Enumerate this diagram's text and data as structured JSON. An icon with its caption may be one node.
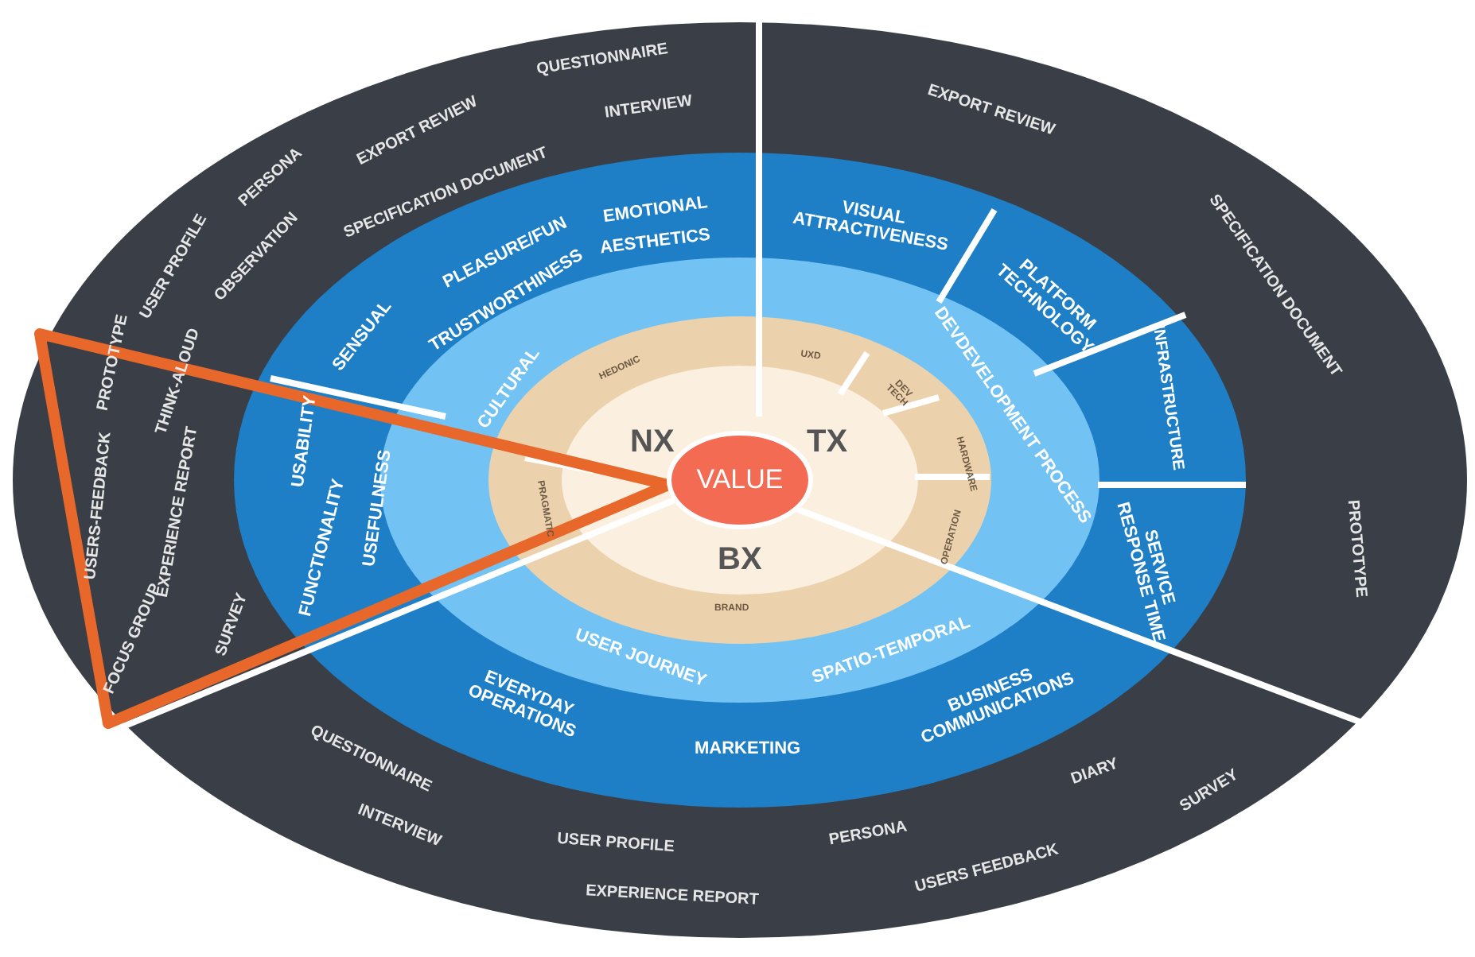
{
  "diagram": {
    "nodes": [
      {
        "text": [
          "VALUE"
        ]
      }
    ],
    "labels": [
      "QUESTIONNAIRE",
      "INTERVIEW",
      "EXPORT REVIEW",
      "EXPORT REVIEW",
      "SPECIFICATION DOCUMENT",
      "PERSONA",
      "USER PROFILE",
      "OBSERVATION",
      "PROTOTYPE",
      "THINK-ALOUD",
      "USERS-FEEDBACK",
      "EXPERIENCE REPORT",
      "FOCUS GROUP",
      "SURVEY",
      "SPECIFICATION DOCUMENT",
      "PROTOTYPE",
      "EMOTIONAL",
      "AESTHETICS",
      "PLEASURE/FUN",
      "TRUSTWORTHINESS",
      "SENSUAL",
      "VISUAL ATTRACTIVENESS",
      "PLATFORM TECHNOLOGY",
      "INFRASTRUCTURE",
      "USABILITY",
      "FUNCTIONALITY",
      "USEFULNESS",
      "SERVICE RESPONSE TIME",
      "CULTURAL",
      "DEVDEVELOPMENT PROCESS",
      "HEDONIC",
      "UXD",
      "DEV TECH",
      "HARDWARE",
      "NX",
      "TX",
      "PRAGMATIC",
      "OPERATION",
      "BX",
      "BRAND",
      "USER JOURNEY",
      "SPATIO-TEMPORAL",
      "EVERYDAY OPERATIONS",
      "MARKETING",
      "BUSINESS COMMUNICATIONS",
      "QUESTIONNAIRE",
      "INTERVIEW",
      "USER PROFILE",
      "PERSONA",
      "DIARY",
      "SURVEY",
      "USERS FEEDBACK",
      "EXPERIENCE REPORT"
    ]
  }
}
